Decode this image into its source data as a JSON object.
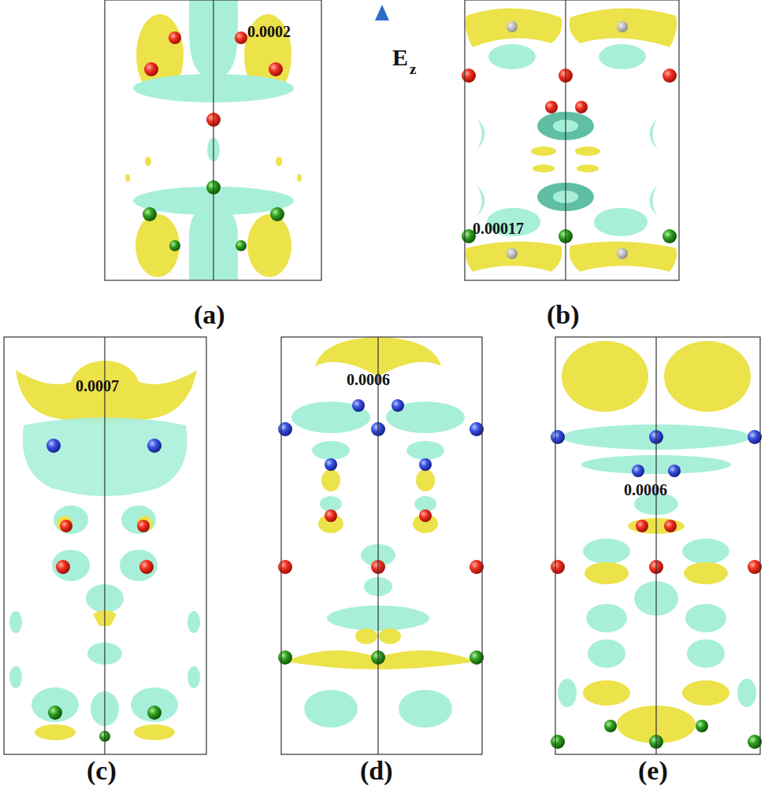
{
  "diagram": {
    "labels": [
      "0.0002",
      "E",
      "z",
      "0.00017",
      "(a)",
      "(b)",
      "0.0007",
      "0.0006",
      "0.0006",
      "(c)",
      "(d)",
      "(e)"
    ]
  }
}
